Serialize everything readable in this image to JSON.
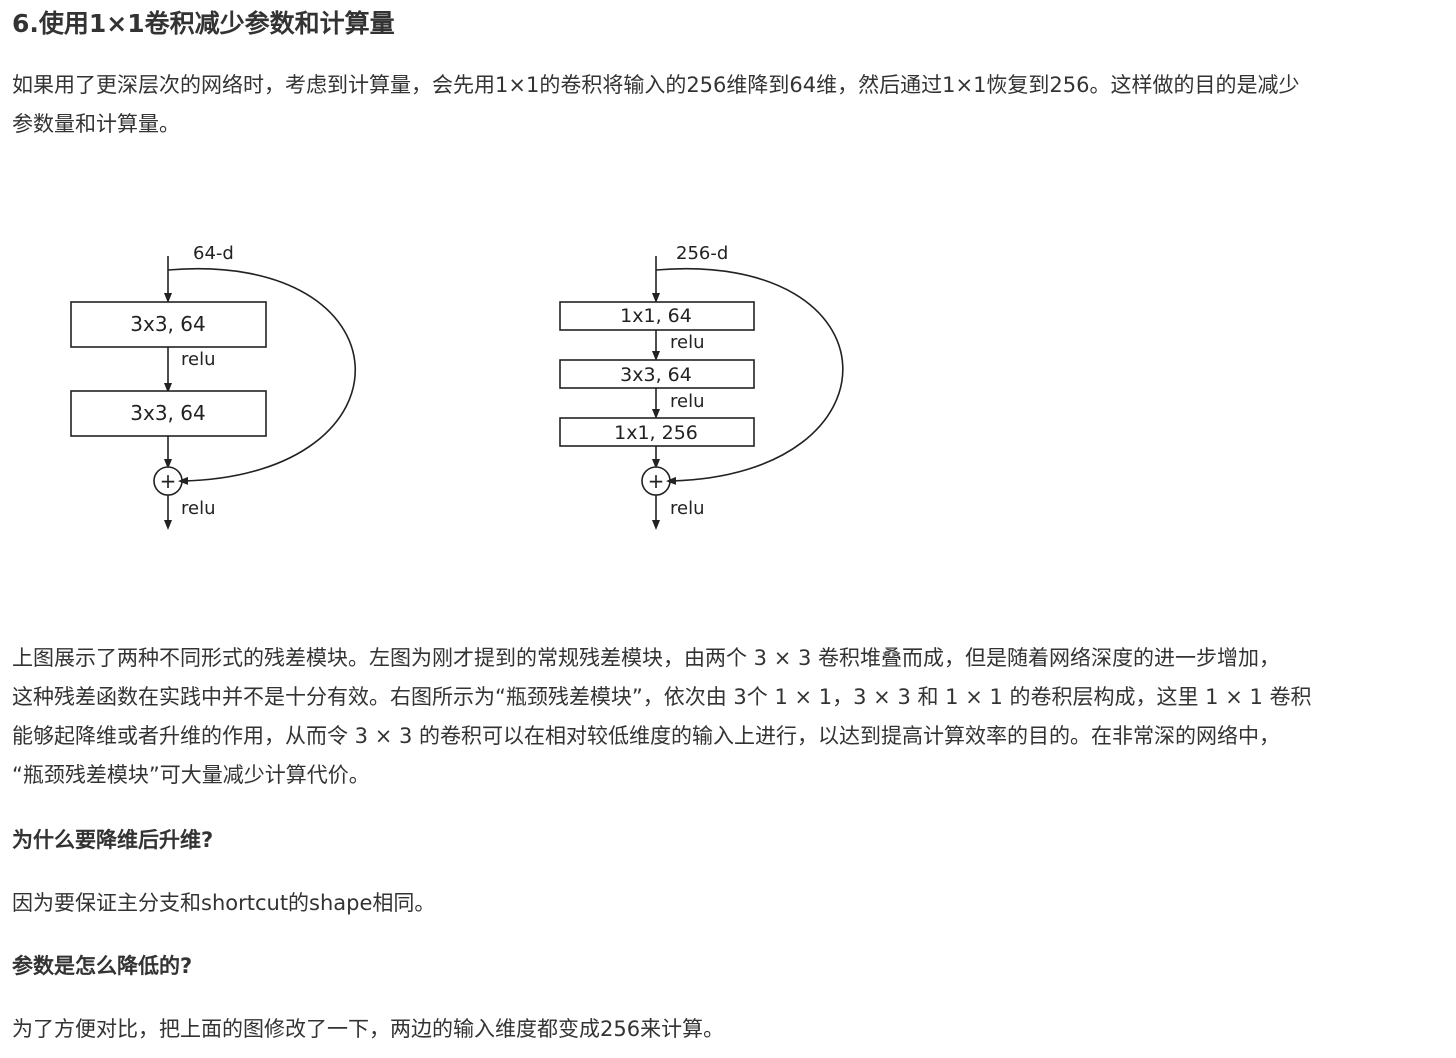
{
  "article": {
    "heading": "6.使用1×1卷积减少参数和计算量",
    "intro_lines": [
      "如果用了更深层次的网络时，考虑到计算量，会先用1×1的卷积将输入的256维降到64维，然后通过1×1恢复到256。这样做的目的是减少",
      "参数量和计算量。"
    ],
    "figure": {
      "left": {
        "input_label": "64-d",
        "blocks": [
          "3x3, 64",
          "3x3, 64"
        ],
        "relu_labels": [
          "relu",
          "relu"
        ],
        "add_symbol": "+"
      },
      "right": {
        "input_label": "256-d",
        "blocks": [
          "1x1, 64",
          "3x3, 64",
          "1x1, 256"
        ],
        "relu_labels": [
          "relu",
          "relu",
          "relu"
        ],
        "add_symbol": "+"
      }
    },
    "desc_lines": [
      "上图展示了两种不同形式的残差模块。左图为刚才提到的常规残差模块，由两个 3 × 3 卷积堆叠而成，但是随着网络深度的进一步增加，",
      "这种残差函数在实践中并不是十分有效。右图所示为“瓶颈残差模块”，依次由 3个 1 × 1，3 × 3 和 1 × 1 的卷积层构成，这里 1 × 1 卷积",
      "能够起降维或者升维的作用，从而令 3 × 3 的卷积可以在相对较低维度的输入上进行，以达到提高计算效率的目的。在非常深的网络中，",
      "“瓶颈残差模块”可大量减少计算代价。"
    ],
    "q1": "为什么要降维后升维?",
    "a1": "因为要保证主分支和shortcut的shape相同。",
    "q2": "参数是怎么降低的?",
    "a2": "为了方便对比，把上面的图修改了一下，两边的输入维度都变成256来计算。"
  }
}
